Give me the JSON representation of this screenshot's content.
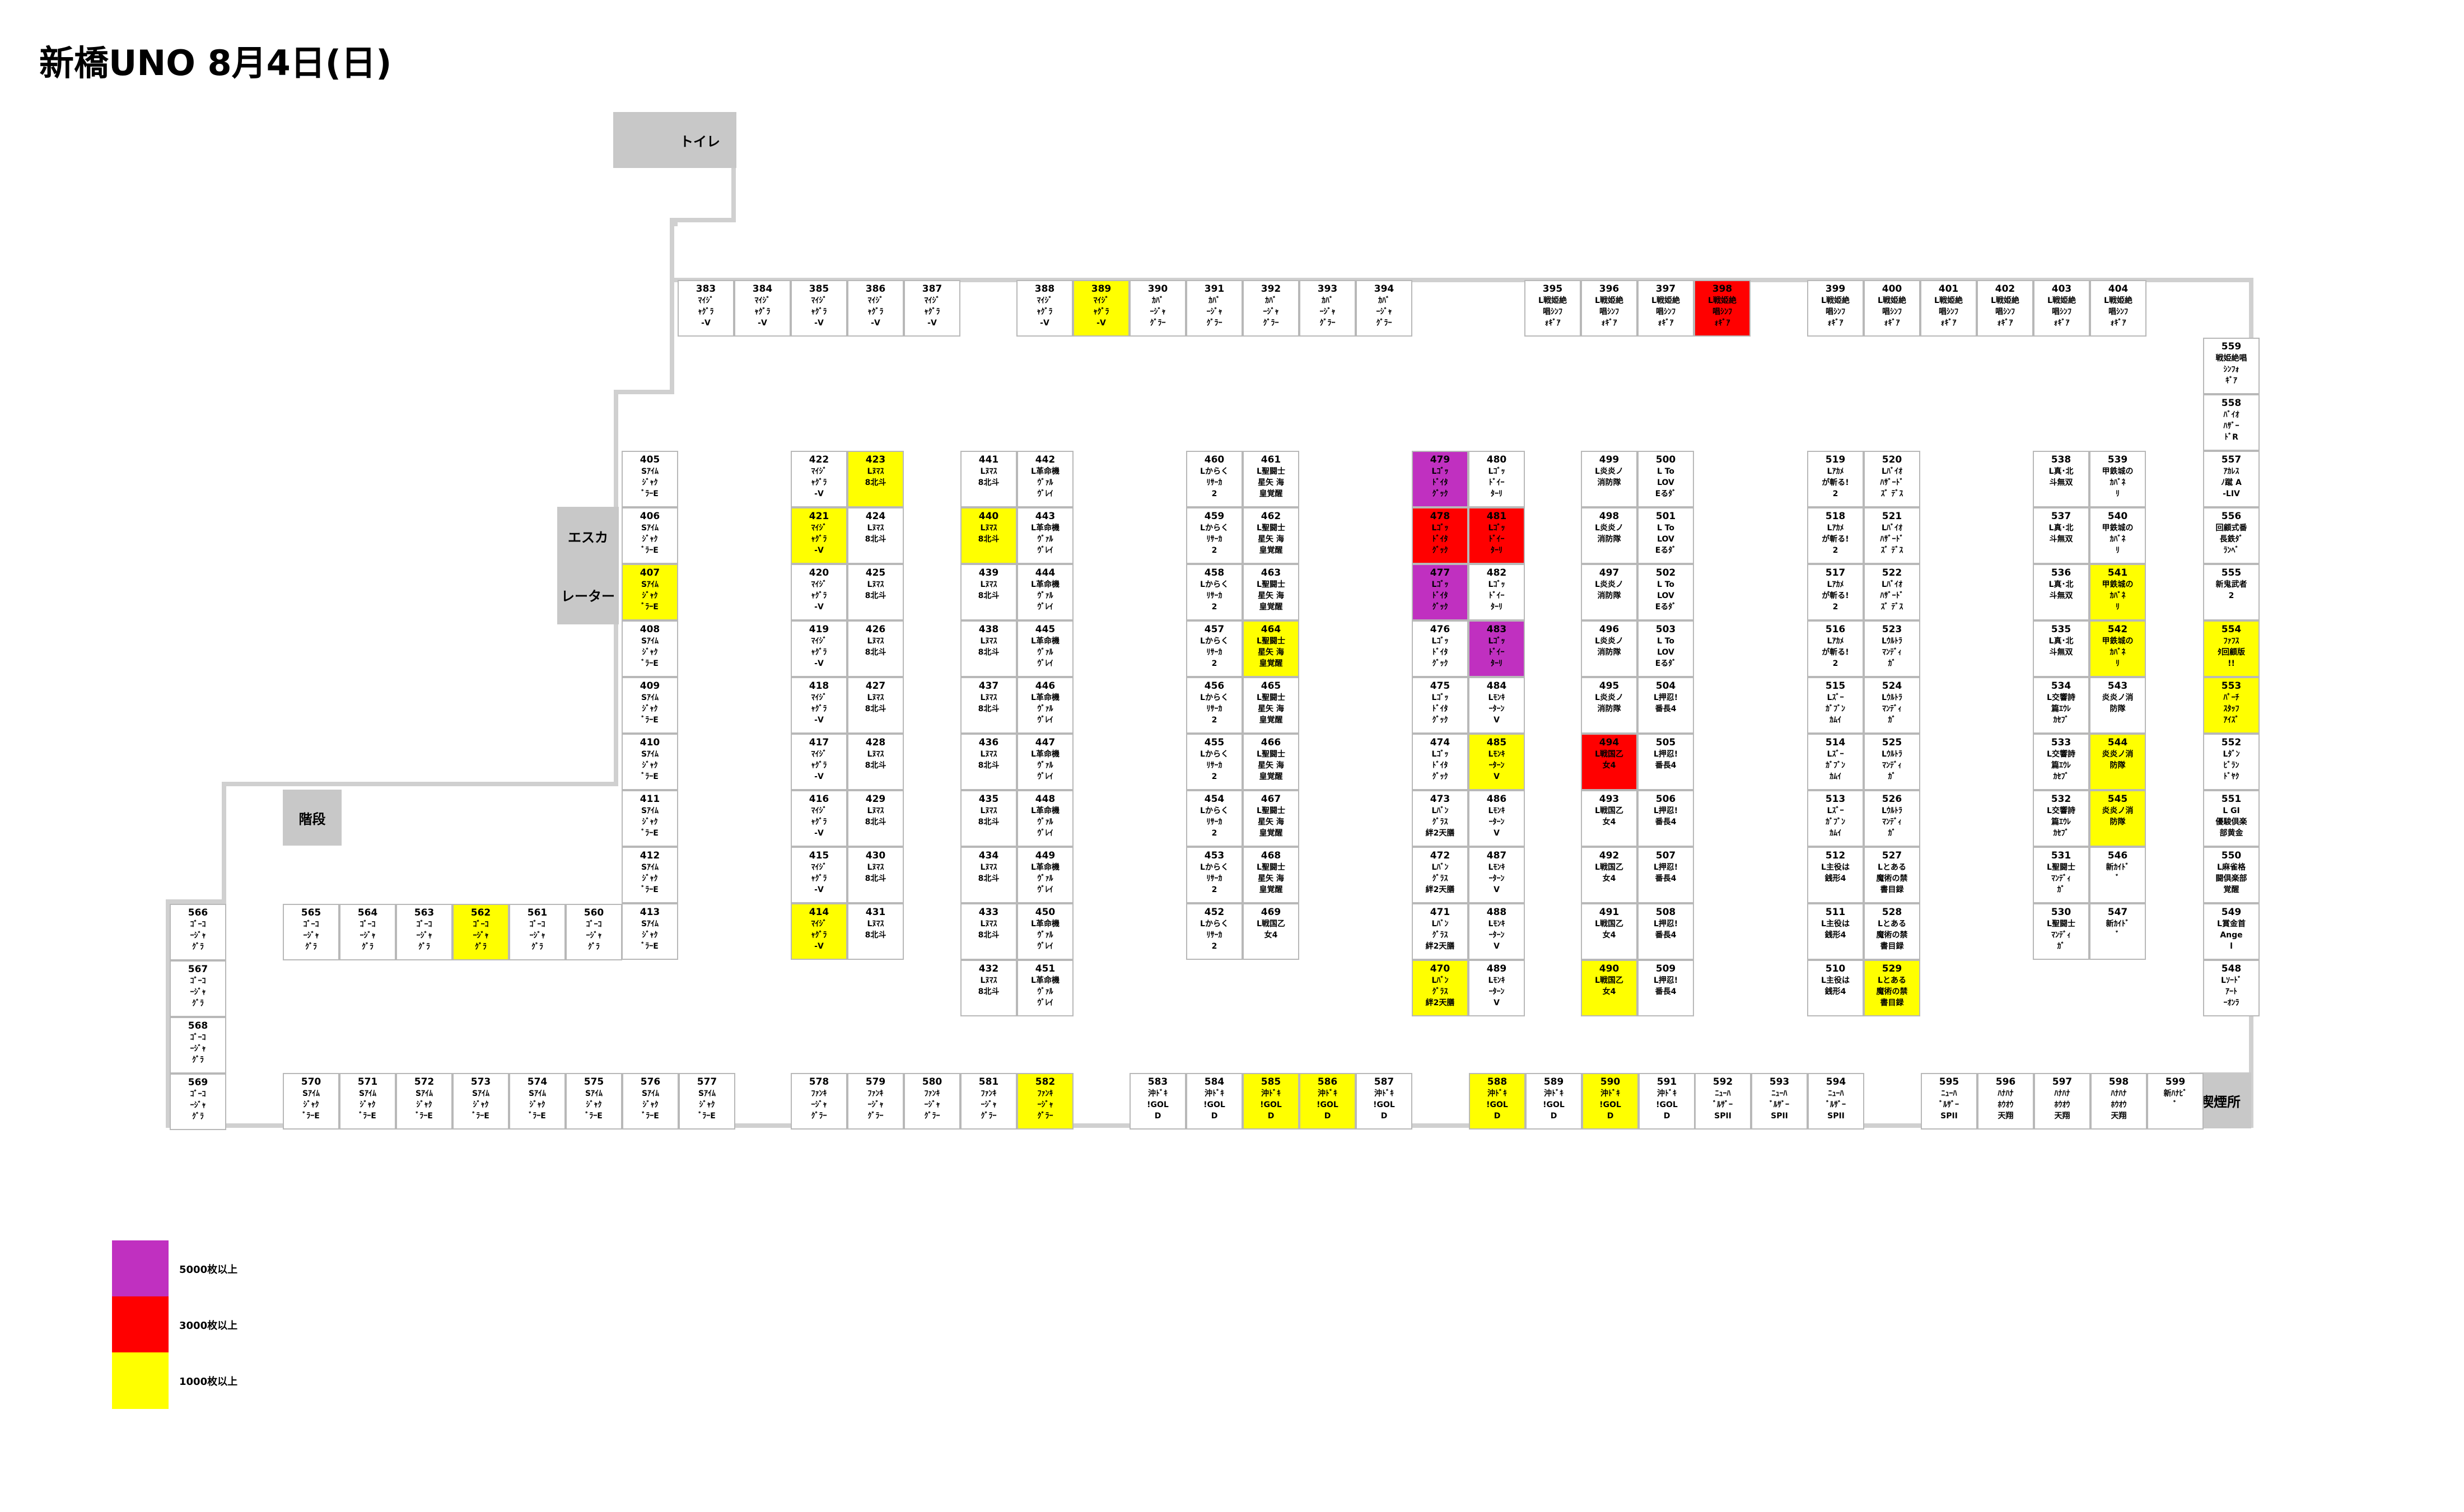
{
  "title": "新橋UNO 8月4日(日)",
  "colors": {
    "tier1": "#ffff00",
    "tier2": "#ff0000",
    "tier3": "#c030c0",
    "area": "#c8c8c8",
    "wall": "#d0d0d0"
  },
  "areas": {
    "toilet": "トイレ",
    "escalator_1": "エスカ",
    "escalator_2": "レーター",
    "stairs": "階段",
    "smoking": "喫煙所"
  },
  "legend": [
    {
      "label": "5000枚以上",
      "color": "#c030c0"
    },
    {
      "label": "3000枚以上",
      "color": "#ff0000"
    },
    {
      "label": "1000枚以上",
      "color": "#ffff00"
    }
  ],
  "booths": [
    {
      "n": "383",
      "t": "ﾏｲｼﾞ\nｬｸﾞﾗ\n-V",
      "c": 0
    },
    {
      "n": "384",
      "t": "ﾏｲｼﾞ\nｬｸﾞﾗ\n-V",
      "c": 0
    },
    {
      "n": "385",
      "t": "ﾏｲｼﾞ\nｬｸﾞﾗ\n-V",
      "c": 0
    },
    {
      "n": "386",
      "t": "ﾏｲｼﾞ\nｬｸﾞﾗ\n-V",
      "c": 0
    },
    {
      "n": "387",
      "t": "ﾏｲｼﾞ\nｬｸﾞﾗ\n-V",
      "c": 0
    },
    {
      "n": "388",
      "t": "ﾏｲｼﾞ\nｬｸﾞﾗ\n-V",
      "c": 0
    },
    {
      "n": "389",
      "t": "ﾏｲｼﾞ\nｬｸﾞﾗ\n-V",
      "c": 1
    },
    {
      "n": "390",
      "t": "ｶﾊﾞ\nｰｼﾞｬ\nｸﾞﾗｰ",
      "c": 0
    },
    {
      "n": "391",
      "t": "ｶﾊﾞ\nｰｼﾞｬ\nｸﾞﾗｰ",
      "c": 0
    },
    {
      "n": "392",
      "t": "ｶﾊﾞ\nｰｼﾞｬ\nｸﾞﾗｰ",
      "c": 0
    },
    {
      "n": "393",
      "t": "ｶﾊﾞ\nｰｼﾞｬ\nｸﾞﾗｰ",
      "c": 0
    },
    {
      "n": "394",
      "t": "ｶﾊﾞ\nｰｼﾞｬ\nｸﾞﾗｰ",
      "c": 0
    },
    {
      "n": "395",
      "t": "L戦姫絶\n唱ｼﾝﾌ\nｫｷﾞｱ",
      "c": 0
    },
    {
      "n": "396",
      "t": "L戦姫絶\n唱ｼﾝﾌ\nｫｷﾞｱ",
      "c": 0
    },
    {
      "n": "397",
      "t": "L戦姫絶\n唱ｼﾝﾌ\nｫｷﾞｱ",
      "c": 0
    },
    {
      "n": "398",
      "t": "L戦姫絶\n唱ｼﾝﾌ\nｫｷﾞｱ",
      "c": 2
    },
    {
      "n": "399",
      "t": "L戦姫絶\n唱ｼﾝﾌ\nｫｷﾞｱ",
      "c": 0
    },
    {
      "n": "400",
      "t": "L戦姫絶\n唱ｼﾝﾌ\nｫｷﾞｱ",
      "c": 0
    },
    {
      "n": "401",
      "t": "L戦姫絶\n唱ｼﾝﾌ\nｫｷﾞｱ",
      "c": 0
    },
    {
      "n": "402",
      "t": "L戦姫絶\n唱ｼﾝﾌ\nｫｷﾞｱ",
      "c": 0
    },
    {
      "n": "403",
      "t": "L戦姫絶\n唱ｼﾝﾌ\nｫｷﾞｱ",
      "c": 0
    },
    {
      "n": "404",
      "t": "L戦姫絶\n唱ｼﾝﾌ\nｫｷﾞｱ",
      "c": 0
    },
    {
      "n": "405",
      "t": "Sｱｲﾑ\nｼﾞｬｸ\nﾞﾗｰE",
      "c": 0
    },
    {
      "n": "406",
      "t": "Sｱｲﾑ\nｼﾞｬｸ\nﾞﾗｰE",
      "c": 0
    },
    {
      "n": "407",
      "t": "Sｱｲﾑ\nｼﾞｬｸ\nﾞﾗｰE",
      "c": 1
    },
    {
      "n": "408",
      "t": "Sｱｲﾑ\nｼﾞｬｸ\nﾞﾗｰE",
      "c": 0
    },
    {
      "n": "409",
      "t": "Sｱｲﾑ\nｼﾞｬｸ\nﾞﾗｰE",
      "c": 0
    },
    {
      "n": "410",
      "t": "Sｱｲﾑ\nｼﾞｬｸ\nﾞﾗｰE",
      "c": 0
    },
    {
      "n": "411",
      "t": "Sｱｲﾑ\nｼﾞｬｸ\nﾞﾗｰE",
      "c": 0
    },
    {
      "n": "412",
      "t": "Sｱｲﾑ\nｼﾞｬｸ\nﾞﾗｰE",
      "c": 0
    },
    {
      "n": "413",
      "t": "Sｱｲﾑ\nｼﾞｬｸ\nﾞﾗｰE",
      "c": 0
    },
    {
      "n": "414",
      "t": "ﾏｲｼﾞ\nｬｸﾞﾗ\n-V",
      "c": 1
    },
    {
      "n": "415",
      "t": "ﾏｲｼﾞ\nｬｸﾞﾗ\n-V",
      "c": 0
    },
    {
      "n": "416",
      "t": "ﾏｲｼﾞ\nｬｸﾞﾗ\n-V",
      "c": 0
    },
    {
      "n": "417",
      "t": "ﾏｲｼﾞ\nｬｸﾞﾗ\n-V",
      "c": 0
    },
    {
      "n": "418",
      "t": "ﾏｲｼﾞ\nｬｸﾞﾗ\n-V",
      "c": 0
    },
    {
      "n": "419",
      "t": "ﾏｲｼﾞ\nｬｸﾞﾗ\n-V",
      "c": 0
    },
    {
      "n": "420",
      "t": "ﾏｲｼﾞ\nｬｸﾞﾗ\n-V",
      "c": 0
    },
    {
      "n": "421",
      "t": "ﾏｲｼﾞ\nｬｸﾞﾗ\n-V",
      "c": 1
    },
    {
      "n": "422",
      "t": "ﾏｲｼﾞ\nｬｸﾞﾗ\n-V",
      "c": 0
    },
    {
      "n": "423",
      "t": "Lﾇﾏｽ\n8北斗",
      "c": 1
    },
    {
      "n": "424",
      "t": "Lﾇﾏｽ\n8北斗",
      "c": 0
    },
    {
      "n": "425",
      "t": "Lﾇﾏｽ\n8北斗",
      "c": 0
    },
    {
      "n": "426",
      "t": "Lﾇﾏｽ\n8北斗",
      "c": 0
    },
    {
      "n": "427",
      "t": "Lﾇﾏｽ\n8北斗",
      "c": 0
    },
    {
      "n": "428",
      "t": "Lﾇﾏｽ\n8北斗",
      "c": 0
    },
    {
      "n": "429",
      "t": "Lﾇﾏｽ\n8北斗",
      "c": 0
    },
    {
      "n": "430",
      "t": "Lﾇﾏｽ\n8北斗",
      "c": 0
    },
    {
      "n": "431",
      "t": "Lﾇﾏｽ\n8北斗",
      "c": 0
    },
    {
      "n": "432",
      "t": "Lﾇﾏｽ\n8北斗",
      "c": 0
    },
    {
      "n": "433",
      "t": "Lﾇﾏｽ\n8北斗",
      "c": 0
    },
    {
      "n": "434",
      "t": "Lﾇﾏｽ\n8北斗",
      "c": 0
    },
    {
      "n": "435",
      "t": "Lﾇﾏｽ\n8北斗",
      "c": 0
    },
    {
      "n": "436",
      "t": "Lﾇﾏｽ\n8北斗",
      "c": 0
    },
    {
      "n": "437",
      "t": "Lﾇﾏｽ\n8北斗",
      "c": 0
    },
    {
      "n": "438",
      "t": "Lﾇﾏｽ\n8北斗",
      "c": 0
    },
    {
      "n": "439",
      "t": "Lﾇﾏｽ\n8北斗",
      "c": 0
    },
    {
      "n": "440",
      "t": "Lﾇﾏｽ\n8北斗",
      "c": 1
    },
    {
      "n": "441",
      "t": "Lﾇﾏｽ\n8北斗",
      "c": 0
    },
    {
      "n": "442",
      "t": "L革命機\nｳﾞｧﾙ\nｳﾞﾚｲ",
      "c": 0
    },
    {
      "n": "443",
      "t": "L革命機\nｳﾞｧﾙ\nｳﾞﾚｲ",
      "c": 0
    },
    {
      "n": "444",
      "t": "L革命機\nｳﾞｧﾙ\nｳﾞﾚｲ",
      "c": 0
    },
    {
      "n": "445",
      "t": "L革命機\nｳﾞｧﾙ\nｳﾞﾚｲ",
      "c": 0
    },
    {
      "n": "446",
      "t": "L革命機\nｳﾞｧﾙ\nｳﾞﾚｲ",
      "c": 0
    },
    {
      "n": "447",
      "t": "L革命機\nｳﾞｧﾙ\nｳﾞﾚｲ",
      "c": 0
    },
    {
      "n": "448",
      "t": "L革命機\nｳﾞｧﾙ\nｳﾞﾚｲ",
      "c": 0
    },
    {
      "n": "449",
      "t": "L革命機\nｳﾞｧﾙ\nｳﾞﾚｲ",
      "c": 0
    },
    {
      "n": "450",
      "t": "L革命機\nｳﾞｧﾙ\nｳﾞﾚｲ",
      "c": 0
    },
    {
      "n": "451",
      "t": "L革命機\nｳﾞｧﾙ\nｳﾞﾚｲ",
      "c": 0
    },
    {
      "n": "452",
      "t": "Lからく\nﾘｻｰｶ\n2",
      "c": 0
    },
    {
      "n": "453",
      "t": "Lからく\nﾘｻｰｶ\n2",
      "c": 0
    },
    {
      "n": "454",
      "t": "Lからく\nﾘｻｰｶ\n2",
      "c": 0
    },
    {
      "n": "455",
      "t": "Lからく\nﾘｻｰｶ\n2",
      "c": 0
    },
    {
      "n": "456",
      "t": "Lからく\nﾘｻｰｶ\n2",
      "c": 0
    },
    {
      "n": "457",
      "t": "Lからく\nﾘｻｰｶ\n2",
      "c": 0
    },
    {
      "n": "458",
      "t": "Lからく\nﾘｻｰｶ\n2",
      "c": 0
    },
    {
      "n": "459",
      "t": "Lからく\nﾘｻｰｶ\n2",
      "c": 0
    },
    {
      "n": "460",
      "t": "Lからく\nﾘｻｰｶ\n2",
      "c": 0
    },
    {
      "n": "461",
      "t": "L聖闘士\n星矢 海\n皇覚醒",
      "c": 0
    },
    {
      "n": "462",
      "t": "L聖闘士\n星矢 海\n皇覚醒",
      "c": 0
    },
    {
      "n": "463",
      "t": "L聖闘士\n星矢 海\n皇覚醒",
      "c": 0
    },
    {
      "n": "464",
      "t": "L聖闘士\n星矢 海\n皇覚醒",
      "c": 1
    },
    {
      "n": "465",
      "t": "L聖闘士\n星矢 海\n皇覚醒",
      "c": 0
    },
    {
      "n": "466",
      "t": "L聖闘士\n星矢 海\n皇覚醒",
      "c": 0
    },
    {
      "n": "467",
      "t": "L聖闘士\n星矢 海\n皇覚醒",
      "c": 0
    },
    {
      "n": "468",
      "t": "L聖闘士\n星矢 海\n皇覚醒",
      "c": 0
    },
    {
      "n": "469",
      "t": "L戦国乙\n女4",
      "c": 0
    },
    {
      "n": "470",
      "t": "Lﾊﾞﾝ\nｸﾞﾗｽ\n絆2天膳",
      "c": 1
    },
    {
      "n": "471",
      "t": "Lﾊﾞﾝ\nｸﾞﾗｽ\n絆2天膳",
      "c": 0
    },
    {
      "n": "472",
      "t": "Lﾊﾞﾝ\nｸﾞﾗｽ\n絆2天膳",
      "c": 0
    },
    {
      "n": "473",
      "t": "Lﾊﾞﾝ\nｸﾞﾗｽ\n絆2天膳",
      "c": 0
    },
    {
      "n": "474",
      "t": "Lｺﾞｯ\nﾄﾞｲﾀ\nｸﾞｯｸ",
      "c": 0
    },
    {
      "n": "475",
      "t": "Lｺﾞｯ\nﾄﾞｲﾀ\nｸﾞｯｸ",
      "c": 0
    },
    {
      "n": "476",
      "t": "Lｺﾞｯ\nﾄﾞｲﾀ\nｸﾞｯｸ",
      "c": 0
    },
    {
      "n": "477",
      "t": "Lｺﾞｯ\nﾄﾞｲﾀ\nｸﾞｯｸ",
      "c": 3
    },
    {
      "n": "478",
      "t": "Lｺﾞｯ\nﾄﾞｲﾀ\nｸﾞｯｸ",
      "c": 2
    },
    {
      "n": "479",
      "t": "Lｺﾞｯ\nﾄﾞｲﾀ\nｸﾞｯｸ",
      "c": 3
    },
    {
      "n": "480",
      "t": "Lｺﾞｯ\nﾄﾞｲｰ\nﾀｰﾘ",
      "c": 0
    },
    {
      "n": "481",
      "t": "Lｺﾞｯ\nﾄﾞｲｰ\nﾀｰﾘ",
      "c": 2
    },
    {
      "n": "482",
      "t": "Lｺﾞｯ\nﾄﾞｲｰ\nﾀｰﾘ",
      "c": 0
    },
    {
      "n": "483",
      "t": "Lｺﾞｯ\nﾄﾞｲｰ\nﾀｰﾘ",
      "c": 3
    },
    {
      "n": "484",
      "t": "Lﾓﾝｷ\nｰﾀｰﾝ\nV",
      "c": 0
    },
    {
      "n": "485",
      "t": "Lﾓﾝｷ\nｰﾀｰﾝ\nV",
      "c": 1
    },
    {
      "n": "486",
      "t": "Lﾓﾝｷ\nｰﾀｰﾝ\nV",
      "c": 0
    },
    {
      "n": "487",
      "t": "Lﾓﾝｷ\nｰﾀｰﾝ\nV",
      "c": 0
    },
    {
      "n": "488",
      "t": "Lﾓﾝｷ\nｰﾀｰﾝ\nV",
      "c": 0
    },
    {
      "n": "489",
      "t": "Lﾓﾝｷ\nｰﾀｰﾝ\nV",
      "c": 0
    },
    {
      "n": "490",
      "t": "L戦国乙\n女4",
      "c": 1
    },
    {
      "n": "491",
      "t": "L戦国乙\n女4",
      "c": 0
    },
    {
      "n": "492",
      "t": "L戦国乙\n女4",
      "c": 0
    },
    {
      "n": "493",
      "t": "L戦国乙\n女4",
      "c": 0
    },
    {
      "n": "494",
      "t": "L戦国乙\n女4",
      "c": 2
    },
    {
      "n": "495",
      "t": "L炎炎ノ\n消防隊",
      "c": 0
    },
    {
      "n": "496",
      "t": "L炎炎ノ\n消防隊",
      "c": 0
    },
    {
      "n": "497",
      "t": "L炎炎ノ\n消防隊",
      "c": 0
    },
    {
      "n": "498",
      "t": "L炎炎ノ\n消防隊",
      "c": 0
    },
    {
      "n": "499",
      "t": "L炎炎ノ\n消防隊",
      "c": 0
    },
    {
      "n": "500",
      "t": "L To\nLOV\nEるﾀﾞ",
      "c": 0
    },
    {
      "n": "501",
      "t": "L To\nLOV\nEるﾀﾞ",
      "c": 0
    },
    {
      "n": "502",
      "t": "L To\nLOV\nEるﾀﾞ",
      "c": 0
    },
    {
      "n": "503",
      "t": "L To\nLOV\nEるﾀﾞ",
      "c": 0
    },
    {
      "n": "504",
      "t": "L押忍!\n番長4",
      "c": 0
    },
    {
      "n": "505",
      "t": "L押忍!\n番長4",
      "c": 0
    },
    {
      "n": "506",
      "t": "L押忍!\n番長4",
      "c": 0
    },
    {
      "n": "507",
      "t": "L押忍!\n番長4",
      "c": 0
    },
    {
      "n": "508",
      "t": "L押忍!\n番長4",
      "c": 0
    },
    {
      "n": "509",
      "t": "L押忍!\n番長4",
      "c": 0
    },
    {
      "n": "510",
      "t": "L主役は\n銭形4",
      "c": 0
    },
    {
      "n": "511",
      "t": "L主役は\n銭形4",
      "c": 0
    },
    {
      "n": "512",
      "t": "L主役は\n銭形4",
      "c": 0
    },
    {
      "n": "513",
      "t": "Lｽﾞｰ\nｶﾞﾌﾞﾝ\nｶﾑｲ",
      "c": 0
    },
    {
      "n": "514",
      "t": "Lｽﾞｰ\nｶﾞﾌﾞﾝ\nｶﾑｲ",
      "c": 0
    },
    {
      "n": "515",
      "t": "Lｽﾞｰ\nｶﾞﾌﾞﾝ\nｶﾑｲ",
      "c": 0
    },
    {
      "n": "516",
      "t": "Lｱｶﾒ\nが斬る!\n2",
      "c": 0
    },
    {
      "n": "517",
      "t": "Lｱｶﾒ\nが斬る!\n2",
      "c": 0
    },
    {
      "n": "518",
      "t": "Lｱｶﾒ\nが斬る!\n2",
      "c": 0
    },
    {
      "n": "519",
      "t": "Lｱｶﾒ\nが斬る!\n2",
      "c": 0
    },
    {
      "n": "520",
      "t": "Lﾊﾞｲｵ\nﾊｻﾞｰﾄﾞ\nｽﾞ ﾃﾞｽ",
      "c": 0
    },
    {
      "n": "521",
      "t": "Lﾊﾞｲｵ\nﾊｻﾞｰﾄﾞ\nｽﾞ ﾃﾞｽ",
      "c": 0
    },
    {
      "n": "522",
      "t": "Lﾊﾞｲｵ\nﾊｻﾞｰﾄﾞ\nｽﾞ ﾃﾞｽ",
      "c": 0
    },
    {
      "n": "523",
      "t": "Lｳﾙﾄﾗ\nﾏﾝﾃﾞｨ\nｶﾞ",
      "c": 0
    },
    {
      "n": "524",
      "t": "Lｳﾙﾄﾗ\nﾏﾝﾃﾞｨ\nｶﾞ",
      "c": 0
    },
    {
      "n": "525",
      "t": "Lｳﾙﾄﾗ\nﾏﾝﾃﾞｨ\nｶﾞ",
      "c": 0
    },
    {
      "n": "526",
      "t": "Lｳﾙﾄﾗ\nﾏﾝﾃﾞｨ\nｶﾞ",
      "c": 0
    },
    {
      "n": "527",
      "t": "Lとある\n魔術の禁\n書目録",
      "c": 0
    },
    {
      "n": "528",
      "t": "Lとある\n魔術の禁\n書目録",
      "c": 0
    },
    {
      "n": "529",
      "t": "Lとある\n魔術の禁\n書目録",
      "c": 1
    },
    {
      "n": "530",
      "t": "L聖闘士\nﾏﾝﾃﾞｨ\nｶﾞ",
      "c": 0
    },
    {
      "n": "531",
      "t": "L聖闘士\nﾏﾝﾃﾞｨ\nｶﾞ",
      "c": 0
    },
    {
      "n": "532",
      "t": "L交響詩\n篇ｴｳﾚ\nｶｾﾌﾞ",
      "c": 0
    },
    {
      "n": "533",
      "t": "L交響詩\n篇ｴｳﾚ\nｶｾﾌﾞ",
      "c": 0
    },
    {
      "n": "534",
      "t": "L交響詩\n篇ｴｳﾚ\nｶｾﾌﾞ",
      "c": 0
    },
    {
      "n": "535",
      "t": "L真･北\n斗無双",
      "c": 0
    },
    {
      "n": "536",
      "t": "L真･北\n斗無双",
      "c": 0
    },
    {
      "n": "537",
      "t": "L真･北\n斗無双",
      "c": 0
    },
    {
      "n": "538",
      "t": "L真･北\n斗無双",
      "c": 0
    },
    {
      "n": "539",
      "t": "甲鉄城の\nｶﾊﾞﾈ\nﾘ",
      "c": 0
    },
    {
      "n": "540",
      "t": "甲鉄城の\nｶﾊﾞﾈ\nﾘ",
      "c": 0
    },
    {
      "n": "541",
      "t": "甲鉄城の\nｶﾊﾞﾈ\nﾘ",
      "c": 1
    },
    {
      "n": "542",
      "t": "甲鉄城の\nｶﾊﾞﾈ\nﾘ",
      "c": 1
    },
    {
      "n": "543",
      "t": "炎炎ノ消\n防隊",
      "c": 0
    },
    {
      "n": "544",
      "t": "炎炎ノ消\n防隊",
      "c": 1
    },
    {
      "n": "545",
      "t": "炎炎ノ消\n防隊",
      "c": 1
    },
    {
      "n": "546",
      "t": "新ｶｲﾄﾞ\nﾞ",
      "c": 0
    },
    {
      "n": "547",
      "t": "新ｶｲﾄﾞ\nﾞ",
      "c": 0
    },
    {
      "n": "548",
      "t": "Lｿｰﾄﾞ\nｱｰﾄ\nｰｵﾝﾗ",
      "c": 0
    },
    {
      "n": "549",
      "t": "L賞金首\nAnge\nl",
      "c": 0
    },
    {
      "n": "550",
      "t": "L麻雀格\n闘倶楽部\n覚醒",
      "c": 0
    },
    {
      "n": "551",
      "t": "L GI\n優駿倶楽\n部黄金",
      "c": 0
    },
    {
      "n": "552",
      "t": "Lﾀﾞﾝ\nﾋﾞﾗﾝ\nﾄﾞﾔｸ",
      "c": 0
    },
    {
      "n": "553",
      "t": "ﾊﾟｰﾁ\nｽﾀｯﾌ\nｱｲｽﾞ",
      "c": 1
    },
    {
      "n": "554",
      "t": "ﾌｧﾌｽ\nﾀ回顧版\n!!",
      "c": 1
    },
    {
      "n": "555",
      "t": "新鬼武者\n2",
      "c": 0
    },
    {
      "n": "556",
      "t": "回顧式番\n長鉄ﾀﾞ\nﾗﾝﾍﾞ",
      "c": 0
    },
    {
      "n": "557",
      "t": "ｱｶﾚｽ\nﾉ蹴 A\n-LIV",
      "c": 0
    },
    {
      "n": "558",
      "t": "ﾊﾞｲｵ\nﾊｻﾞｰ\nﾄﾞR",
      "c": 0
    },
    {
      "n": "559",
      "t": "戦姫絶唱\nｼﾝﾌｫ\nｷﾞｱ",
      "c": 0
    },
    {
      "n": "560",
      "t": "ｺﾞｰｺ\nｰｼﾞｬ\nｸﾞﾗ",
      "c": 0
    },
    {
      "n": "561",
      "t": "ｺﾞｰｺ\nｰｼﾞｬ\nｸﾞﾗ",
      "c": 0
    },
    {
      "n": "562",
      "t": "ｺﾞｰｺ\nｰｼﾞｬ\nｸﾞﾗ",
      "c": 1
    },
    {
      "n": "563",
      "t": "ｺﾞｰｺ\nｰｼﾞｬ\nｸﾞﾗ",
      "c": 0
    },
    {
      "n": "564",
      "t": "ｺﾞｰｺ\nｰｼﾞｬ\nｸﾞﾗ",
      "c": 0
    },
    {
      "n": "565",
      "t": "ｺﾞｰｺ\nｰｼﾞｬ\nｸﾞﾗ",
      "c": 0
    },
    {
      "n": "566",
      "t": "ｺﾞｰｺ\nｰｼﾞｬ\nｸﾞﾗ",
      "c": 0
    },
    {
      "n": "567",
      "t": "ｺﾞｰｺ\nｰｼﾞｬ\nｸﾞﾗ",
      "c": 0
    },
    {
      "n": "568",
      "t": "ｺﾞｰｺ\nｰｼﾞｬ\nｸﾞﾗ",
      "c": 0
    },
    {
      "n": "569",
      "t": "ｺﾞｰｺ\nｰｼﾞｬ\nｸﾞﾗ",
      "c": 0
    },
    {
      "n": "570",
      "t": "Sｱｲﾑ\nｼﾞｬｸ\nﾞﾗｰE",
      "c": 0
    },
    {
      "n": "571",
      "t": "Sｱｲﾑ\nｼﾞｬｸ\nﾞﾗｰE",
      "c": 0
    },
    {
      "n": "572",
      "t": "Sｱｲﾑ\nｼﾞｬｸ\nﾞﾗｰE",
      "c": 0
    },
    {
      "n": "573",
      "t": "Sｱｲﾑ\nｼﾞｬｸ\nﾞﾗｰE",
      "c": 0
    },
    {
      "n": "574",
      "t": "Sｱｲﾑ\nｼﾞｬｸ\nﾞﾗｰE",
      "c": 0
    },
    {
      "n": "575",
      "t": "Sｱｲﾑ\nｼﾞｬｸ\nﾞﾗｰE",
      "c": 0
    },
    {
      "n": "576",
      "t": "Sｱｲﾑ\nｼﾞｬｸ\nﾞﾗｰE",
      "c": 0
    },
    {
      "n": "577",
      "t": "Sｱｲﾑ\nｼﾞｬｸ\nﾞﾗｰE",
      "c": 0
    },
    {
      "n": "578",
      "t": "ﾌｧﾝｷ\nｰｼﾞｬ\nｸﾞﾗｰ",
      "c": 0
    },
    {
      "n": "579",
      "t": "ﾌｧﾝｷ\nｰｼﾞｬ\nｸﾞﾗｰ",
      "c": 0
    },
    {
      "n": "580",
      "t": "ﾌｧﾝｷ\nｰｼﾞｬ\nｸﾞﾗｰ",
      "c": 0
    },
    {
      "n": "581",
      "t": "ﾌｧﾝｷ\nｰｼﾞｬ\nｸﾞﾗｰ",
      "c": 0
    },
    {
      "n": "582",
      "t": "ﾌｧﾝｷ\nｰｼﾞｬ\nｸﾞﾗｰ",
      "c": 1
    },
    {
      "n": "583",
      "t": "沖ﾄﾞｷ\n!GOL\nD",
      "c": 0
    },
    {
      "n": "584",
      "t": "沖ﾄﾞｷ\n!GOL\nD",
      "c": 0
    },
    {
      "n": "585",
      "t": "沖ﾄﾞｷ\n!GOL\nD",
      "c": 1
    },
    {
      "n": "586",
      "t": "沖ﾄﾞｷ\n!GOL\nD",
      "c": 1
    },
    {
      "n": "587",
      "t": "沖ﾄﾞｷ\n!GOL\nD",
      "c": 0
    },
    {
      "n": "588",
      "t": "沖ﾄﾞｷ\n!GOL\nD",
      "c": 1
    },
    {
      "n": "589",
      "t": "沖ﾄﾞｷ\n!GOL\nD",
      "c": 0
    },
    {
      "n": "590",
      "t": "沖ﾄﾞｷ\n!GOL\nD",
      "c": 1
    },
    {
      "n": "591",
      "t": "沖ﾄﾞｷ\n!GOL\nD",
      "c": 0
    },
    {
      "n": "592",
      "t": "ﾆｭｰﾊ\nﾞﾙｻﾞｰ\nSPII",
      "c": 0
    },
    {
      "n": "593",
      "t": "ﾆｭｰﾊ\nﾞﾙｻﾞｰ\nSPII",
      "c": 0
    },
    {
      "n": "594",
      "t": "ﾆｭｰﾊ\nﾞﾙｻﾞｰ\nSPII",
      "c": 0
    },
    {
      "n": "595",
      "t": "ﾆｭｰﾊ\nﾞﾙｻﾞｰ\nSPII",
      "c": 0
    },
    {
      "n": "596",
      "t": "ﾊﾅﾊﾅ\nﾎｳｵｳ\n天翔",
      "c": 0
    },
    {
      "n": "597",
      "t": "ﾊﾅﾊﾅ\nﾎｳｵｳ\n天翔",
      "c": 0
    },
    {
      "n": "598",
      "t": "ﾊﾅﾊﾅ\nﾎｳｵｳ\n天翔",
      "c": 0
    },
    {
      "n": "599",
      "t": "新ﾊﾅﾋﾞ\nﾞ",
      "c": 0
    }
  ]
}
